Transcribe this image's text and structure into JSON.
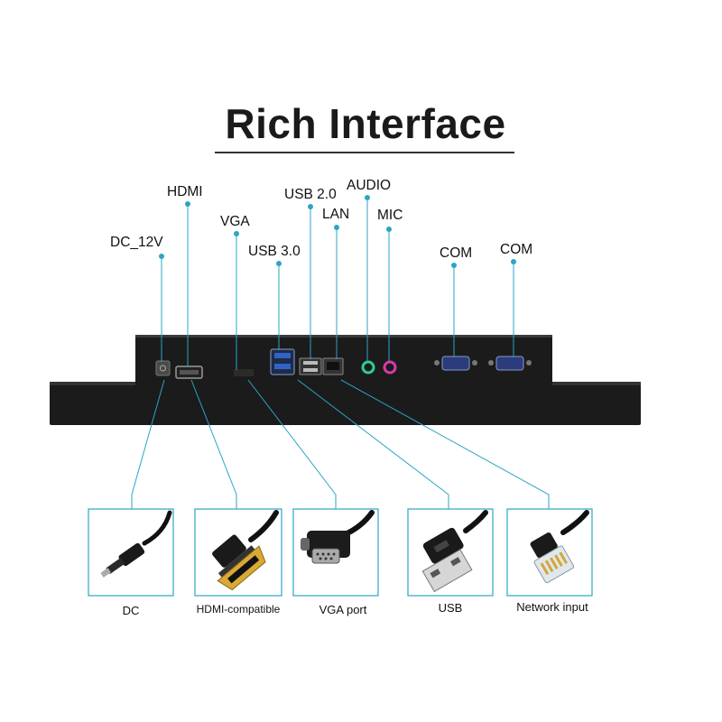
{
  "title": "Rich Interface",
  "colors": {
    "accent_line": "#2aa6c4",
    "device_body": "#1b1b1b",
    "audio_jack": "#2ecc8f",
    "mic_jack": "#d63aa8"
  },
  "port_labels": {
    "dc": "DC_12V",
    "hdmi": "HDMI",
    "vga": "VGA",
    "usb3": "USB 3.0",
    "usb2": "USB 2.0",
    "lan": "LAN",
    "audio": "AUDIO",
    "mic": "MIC",
    "com1": "COM",
    "com2": "COM"
  },
  "connector_cards": {
    "dc": "DC",
    "hdmi": "HDMI-compatible",
    "vga": "VGA port",
    "usb": "USB",
    "network": "Network input"
  }
}
